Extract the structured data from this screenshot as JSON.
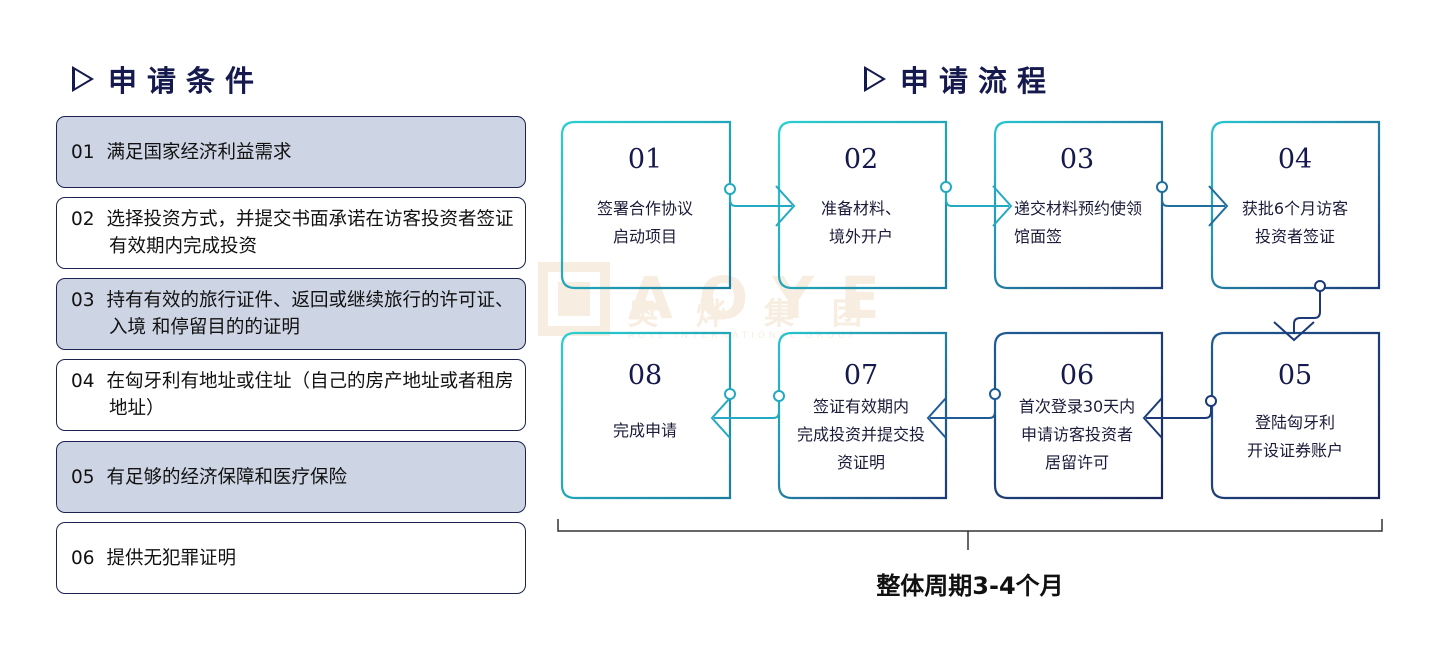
{
  "conditions": {
    "title": "申请条件",
    "items": [
      {
        "num": "01",
        "text": "满足国家经济利益需求"
      },
      {
        "num": "02",
        "text": "选择投资方式，并提交书面承诺在访客投资者签证有效期内完成投资"
      },
      {
        "num": "03",
        "text": "持有有效的旅行证件、返回或继续旅行的许可证、入境 和停留目的的证明"
      },
      {
        "num": "04",
        "text": "在匈牙利有地址或住址（自己的房产地址或者租房地址）"
      },
      {
        "num": "05",
        "text": "有足够的经济保障和医疗保险"
      },
      {
        "num": "06",
        "text": "提供无犯罪证明"
      }
    ]
  },
  "process": {
    "title": "申请流程",
    "steps": [
      {
        "num": "01",
        "text": "签署合作协议\n启动项目"
      },
      {
        "num": "02",
        "text": "准备材料、\n境外开户"
      },
      {
        "num": "03",
        "text": "递交材料预约使领\n馆面签"
      },
      {
        "num": "04",
        "text": "获批6个月访客\n投资者签证"
      },
      {
        "num": "05",
        "text": "登陆匈牙利\n开设证券账户"
      },
      {
        "num": "06",
        "text": "首次登录30天内\n申请访客投资者\n居留许可"
      },
      {
        "num": "07",
        "text": "签证有效期内\n完成投资并提交投\n资证明"
      },
      {
        "num": "08",
        "text": "完成申请"
      }
    ],
    "period": "整体周期3-4个月"
  },
  "watermark": {
    "cn": "奥烨集团",
    "latin": "AOYE",
    "sub": "AOYE INTERNATIONAL GROUP"
  },
  "colors": {
    "navy": "#15194d",
    "teal": "#1fb3c0",
    "condFill": "#cdd4e3"
  }
}
